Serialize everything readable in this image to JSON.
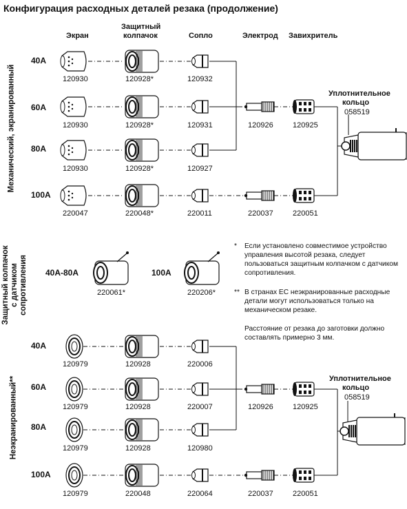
{
  "title": "Конфигурация расходных деталей резака (продолжение)",
  "columns": {
    "shield": "Экран",
    "cap_line1": "Защитный",
    "cap_line2": "колпачок",
    "nozzle": "Сопло",
    "electrode": "Электрод",
    "swirl": "Завихритель"
  },
  "sections": {
    "mechanical": "Механический, экранированный",
    "ohmic_1": "Защитный колпачок",
    "ohmic_2": "с датчиком",
    "ohmic_3": "сопротивления",
    "unshielded": "Неэкранированный**"
  },
  "mechanical_rows": [
    {
      "amp": "40A",
      "shield": "120930",
      "cap": "120928*",
      "nozzle": "120932"
    },
    {
      "amp": "60A",
      "shield": "120930",
      "cap": "120928*",
      "nozzle": "120931",
      "electrode": "120926",
      "swirl": "120925"
    },
    {
      "amp": "80A",
      "shield": "120930",
      "cap": "120928*",
      "nozzle": "120927"
    },
    {
      "amp": "100A",
      "shield": "220047",
      "cap": "220048*",
      "nozzle": "220011",
      "electrode": "220037",
      "swirl": "220051"
    }
  ],
  "oring_top": {
    "line1": "Уплотнительное",
    "line2": "кольцо",
    "part": "058519"
  },
  "ohmic": [
    {
      "amp": "40A-80A",
      "part": "220061*"
    },
    {
      "amp": "100A",
      "part": "220206*"
    }
  ],
  "notes": {
    "n1": "Если установлено совместимое устройство управления высотой резака, следует пользоваться защитным колпачком с датчиком сопротивления.",
    "n1_mark": "*",
    "n2": "В странах ЕС неэкранированные расходные детали могут использоваться только на механическом резаке.",
    "n2_mark": "**",
    "n3": "Расстояние от резака до заготовки должно составлять примерно 3 мм."
  },
  "unshielded_rows": [
    {
      "amp": "40A",
      "shield": "120979",
      "cap": "120928",
      "nozzle": "220006"
    },
    {
      "amp": "60A",
      "shield": "120979",
      "cap": "120928",
      "nozzle": "220007",
      "electrode": "120926",
      "swirl": "120925"
    },
    {
      "amp": "80A",
      "shield": "120979",
      "cap": "120928",
      "nozzle": "120980"
    },
    {
      "amp": "100A",
      "shield": "120979",
      "cap": "220048",
      "nozzle": "220064",
      "electrode": "220037",
      "swirl": "220051"
    }
  ],
  "oring_bottom": {
    "line1": "Уплотнительное",
    "line2": "кольцо",
    "part": "058519"
  }
}
